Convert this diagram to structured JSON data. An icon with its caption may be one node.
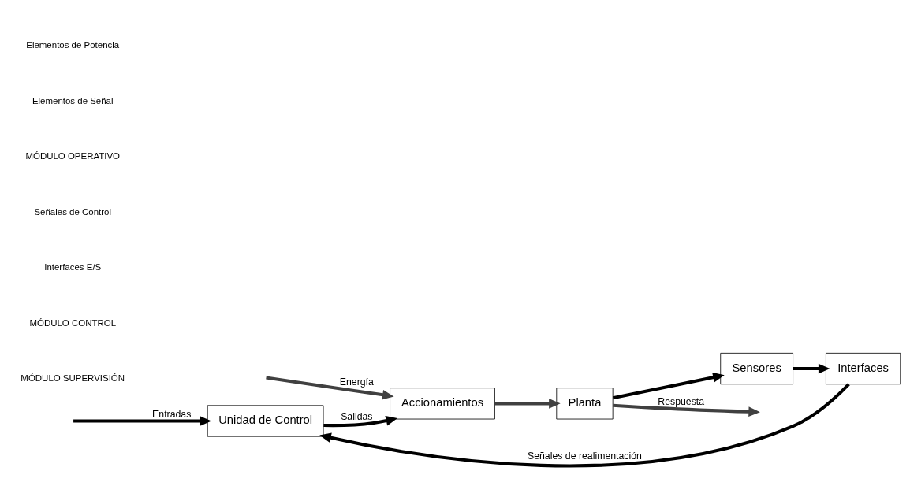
{
  "diagram": {
    "nodes": [
      {
        "text": [
          "Unidad de Control"
        ]
      },
      {
        "text": [
          "Accionamientos"
        ]
      },
      {
        "text": [
          "Planta"
        ]
      },
      {
        "text": [
          "Sensores"
        ]
      },
      {
        "text": [
          "Interfaces"
        ]
      }
    ],
    "edges": [
      {
        "from": null,
        "to": 0,
        "arrow": "to",
        "label": "Entradas"
      },
      {
        "from": 0,
        "to": 1,
        "arrow": "to",
        "label": "Salidas"
      },
      {
        "from": null,
        "to": 1,
        "arrow": "to",
        "label": "Energía",
        "color": "#404040"
      },
      {
        "from": 1,
        "to": 2,
        "arrow": "to",
        "color": "#404040"
      },
      {
        "from": 2,
        "to": null,
        "arrow": "to",
        "label": "Respuesta",
        "color": "#404040"
      },
      {
        "from": 2,
        "to": 3,
        "arrow": "to"
      },
      {
        "from": 3,
        "to": 4,
        "arrow": "to"
      },
      {
        "from": 4,
        "to": 0,
        "arrow": "to",
        "label": "Señales de realimentación"
      }
    ],
    "labels": [
      "MÓDULO SUPERVISIÓN",
      "MÓDULO CONTROL",
      "Interfaces E/S",
      "Señales de Control",
      "MÓDULO OPERATIVO",
      "Elementos de Señal",
      "Elementos de Potencia"
    ]
  }
}
